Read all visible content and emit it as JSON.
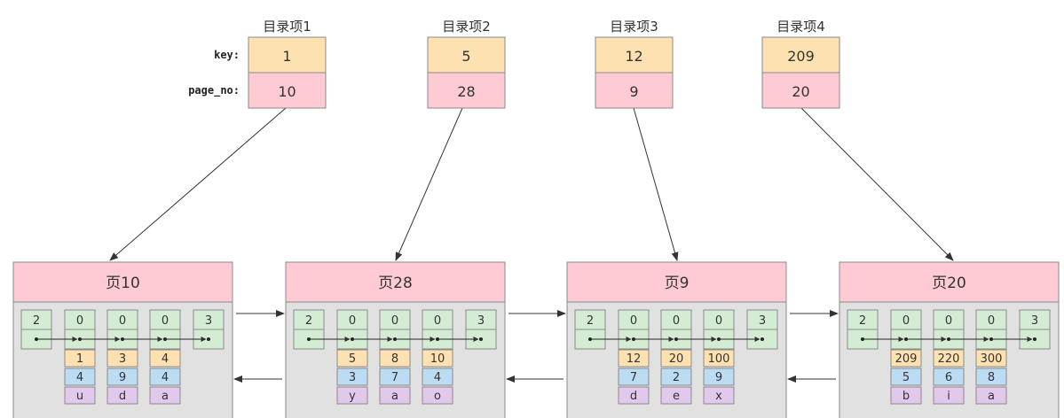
{
  "row_labels": {
    "key": "key:",
    "page_no": "page_no:"
  },
  "directory_entries": [
    {
      "title": "目录项1",
      "key": "1",
      "page_no": "10"
    },
    {
      "title": "目录项2",
      "key": "5",
      "page_no": "28"
    },
    {
      "title": "目录项3",
      "key": "12",
      "page_no": "9"
    },
    {
      "title": "目录项4",
      "key": "209",
      "page_no": "20"
    }
  ],
  "pages": [
    {
      "title": "页10",
      "records": [
        {
          "type": "2"
        },
        {
          "type": "0",
          "key": "1",
          "col2": "4",
          "col3": "u"
        },
        {
          "type": "0",
          "key": "3",
          "col2": "9",
          "col3": "d"
        },
        {
          "type": "0",
          "key": "4",
          "col2": "4",
          "col3": "a"
        },
        {
          "type": "3"
        }
      ]
    },
    {
      "title": "页28",
      "records": [
        {
          "type": "2"
        },
        {
          "type": "0",
          "key": "5",
          "col2": "3",
          "col3": "y"
        },
        {
          "type": "0",
          "key": "8",
          "col2": "7",
          "col3": "a"
        },
        {
          "type": "0",
          "key": "10",
          "col2": "4",
          "col3": "o"
        },
        {
          "type": "3"
        }
      ]
    },
    {
      "title": "页9",
      "records": [
        {
          "type": "2"
        },
        {
          "type": "0",
          "key": "12",
          "col2": "7",
          "col3": "d"
        },
        {
          "type": "0",
          "key": "20",
          "col2": "2",
          "col3": "e"
        },
        {
          "type": "0",
          "key": "100",
          "col2": "9",
          "col3": "x"
        },
        {
          "type": "3"
        }
      ]
    },
    {
      "title": "页20",
      "records": [
        {
          "type": "2"
        },
        {
          "type": "0",
          "key": "209",
          "col2": "5",
          "col3": "b"
        },
        {
          "type": "0",
          "key": "220",
          "col2": "6",
          "col3": "i"
        },
        {
          "type": "0",
          "key": "300",
          "col2": "8",
          "col3": "a"
        },
        {
          "type": "3"
        }
      ]
    }
  ],
  "colors": {
    "key_fill": "#fde1b0",
    "pageno_fill": "#fecbd4",
    "header_fill": "#fecbd4",
    "page_body": "#e1e1e1",
    "record_green": "#d5ecd4",
    "col2_blue": "#bcdcf3",
    "col3_purple": "#e3c8ee",
    "border": "#8a8a8a",
    "arrow": "#333333"
  }
}
